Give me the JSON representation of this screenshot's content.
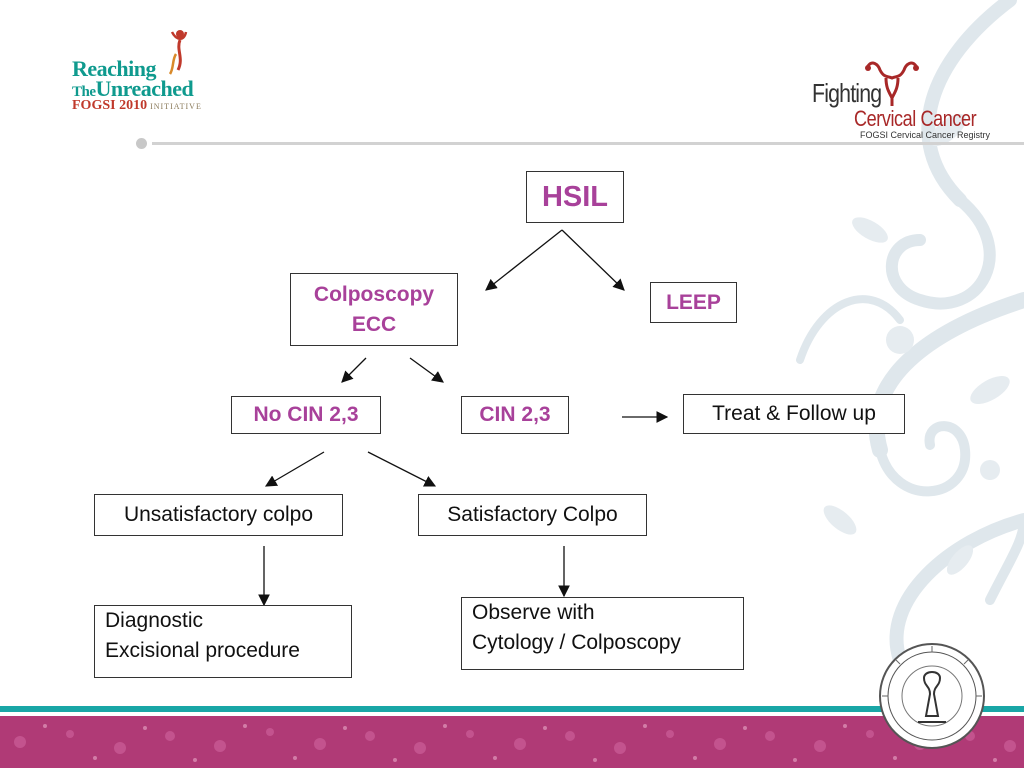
{
  "logos": {
    "left": {
      "line1": "Reaching",
      "line2_small": "The",
      "line2": "Unreached",
      "line3": "FOGSI 2010",
      "line3_tag": "INITIATIVE",
      "colors": {
        "teal": "#0f9a8e",
        "red": "#c0392b"
      }
    },
    "right": {
      "line1": "Fighting",
      "line2": "Cervical Cancer",
      "line3": "FOGSI Cervical Cancer Registry",
      "icon": "uterus-icon",
      "colors": {
        "accent": "#a82828"
      }
    },
    "seal": {
      "icon": "fogsi-seal-icon"
    }
  },
  "flowchart": {
    "colors": {
      "highlight": "#a8419a",
      "border": "#333333"
    },
    "nodes": {
      "hsil": "HSIL",
      "colposcopy_l1": "Colposcopy",
      "colposcopy_l2": "ECC",
      "leep": "LEEP",
      "no_cin": "No CIN 2,3",
      "cin": "CIN 2,3",
      "treat": "Treat & Follow up",
      "unsatisfactory": "Unsatisfactory colpo",
      "satisfactory": "Satisfactory Colpo",
      "diagnostic_l1": "Diagnostic",
      "diagnostic_l2": "Excisional procedure",
      "observe_l1": "Observe with",
      "observe_l2": "Cytology / Colposcopy"
    },
    "edges": [
      [
        "hsil",
        "colposcopy"
      ],
      [
        "hsil",
        "leep"
      ],
      [
        "colposcopy",
        "no_cin"
      ],
      [
        "colposcopy",
        "cin"
      ],
      [
        "cin",
        "treat"
      ],
      [
        "no_cin",
        "unsatisfactory"
      ],
      [
        "no_cin",
        "satisfactory"
      ],
      [
        "unsatisfactory",
        "diagnostic"
      ],
      [
        "satisfactory",
        "observe"
      ]
    ]
  },
  "theme": {
    "band": "#b03a76",
    "band_trim": "#19a6a6",
    "swirl": "#dfe7ec"
  }
}
